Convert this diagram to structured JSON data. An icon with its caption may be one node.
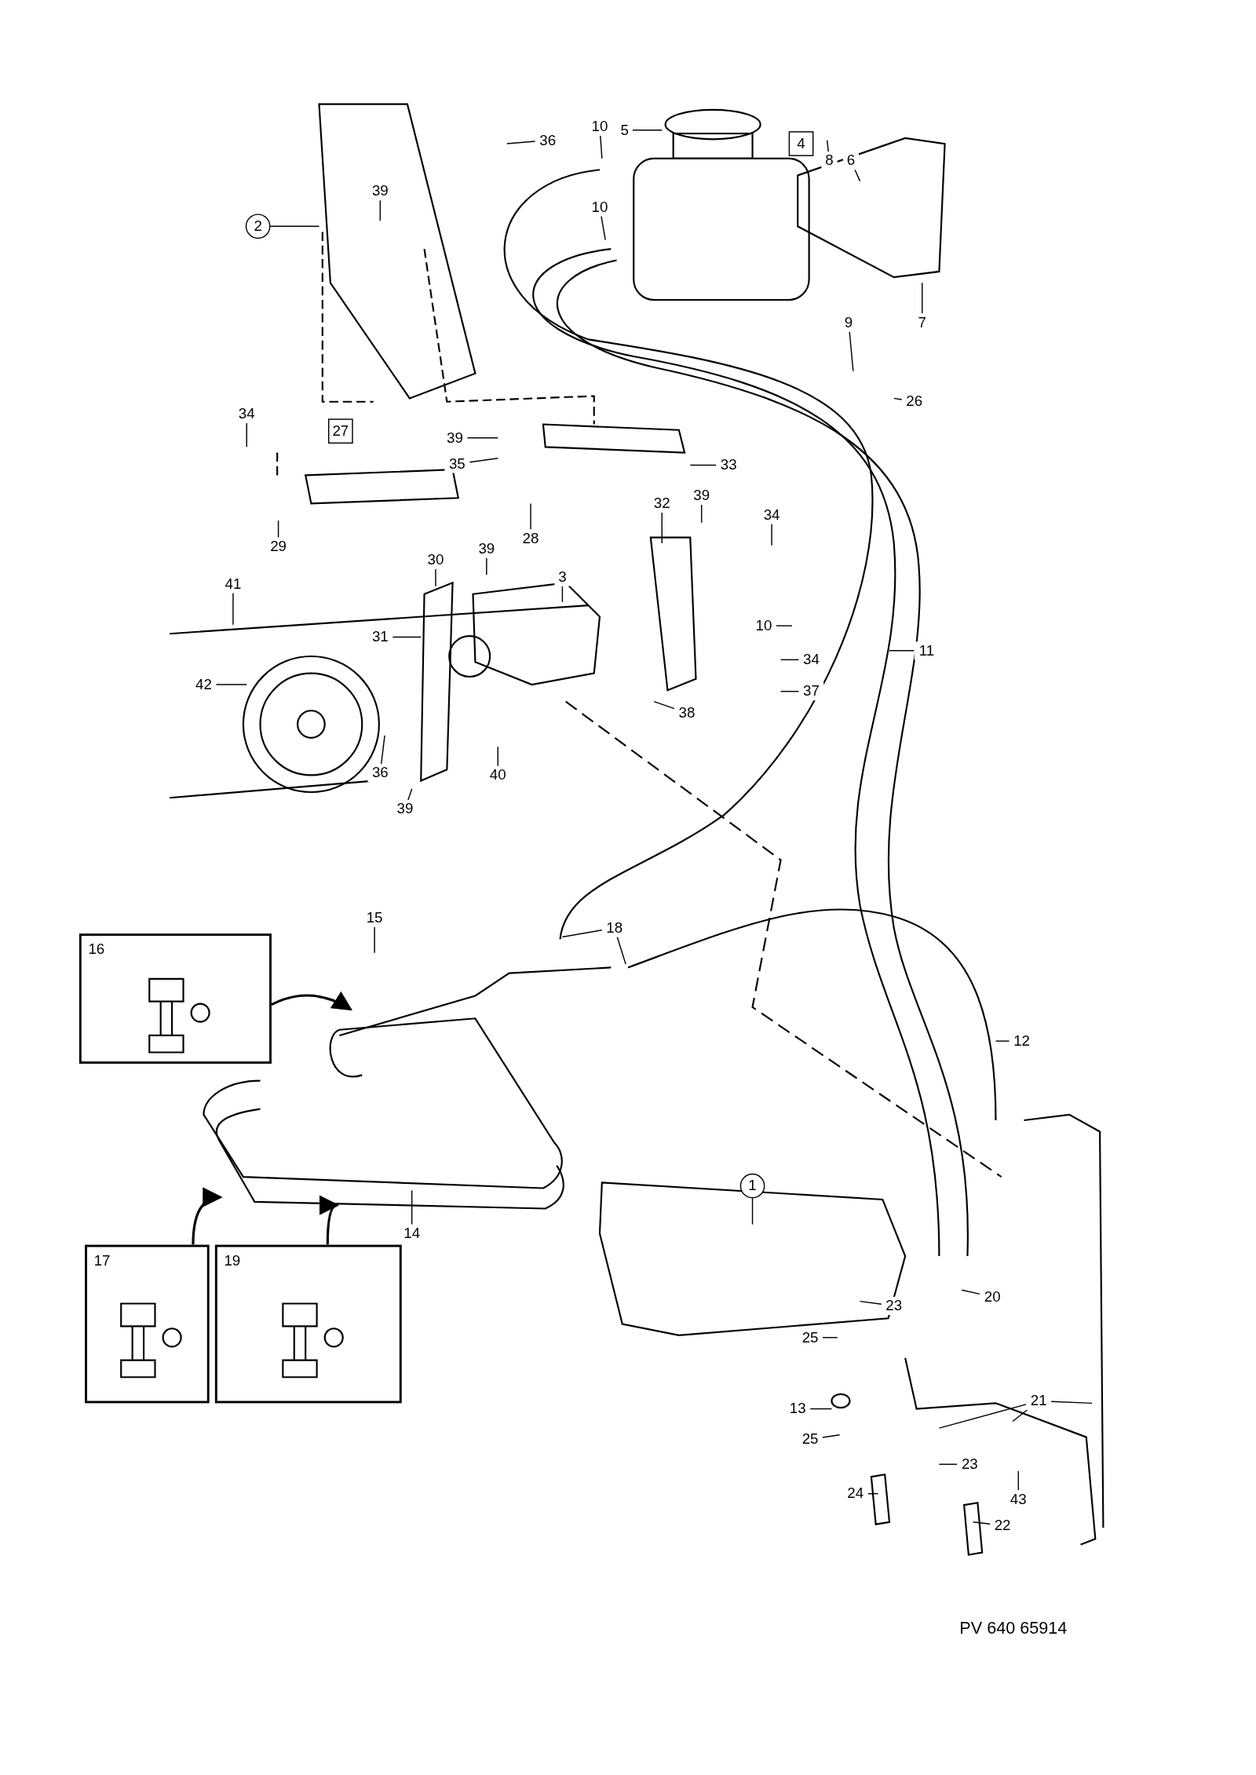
{
  "diagram": {
    "nodes": [
      {
        "text": [
          "10"
        ]
      },
      {
        "text": [
          "5"
        ]
      },
      {
        "text": [
          "36"
        ]
      },
      {
        "text": [
          "4"
        ]
      },
      {
        "text": [
          "8"
        ]
      },
      {
        "text": [
          "6"
        ]
      },
      {
        "text": [
          "39"
        ]
      },
      {
        "text": [
          "10"
        ]
      },
      {
        "text": [
          "2"
        ]
      },
      {
        "text": [
          "9"
        ]
      },
      {
        "text": [
          "7"
        ]
      },
      {
        "text": [
          "26"
        ]
      },
      {
        "text": [
          "34"
        ]
      },
      {
        "text": [
          "27"
        ]
      },
      {
        "text": [
          "39"
        ]
      },
      {
        "text": [
          "35"
        ]
      },
      {
        "text": [
          "33"
        ]
      },
      {
        "text": [
          "32"
        ]
      },
      {
        "text": [
          "39"
        ]
      },
      {
        "text": [
          "34"
        ]
      },
      {
        "text": [
          "28"
        ]
      },
      {
        "text": [
          "29"
        ]
      },
      {
        "text": [
          "30"
        ]
      },
      {
        "text": [
          "39"
        ]
      },
      {
        "text": [
          "3"
        ]
      },
      {
        "text": [
          "41"
        ]
      },
      {
        "text": [
          "10"
        ]
      },
      {
        "text": [
          "31"
        ]
      },
      {
        "text": [
          "11"
        ]
      },
      {
        "text": [
          "34"
        ]
      },
      {
        "text": [
          "37"
        ]
      },
      {
        "text": [
          "42"
        ]
      },
      {
        "text": [
          "38"
        ]
      },
      {
        "text": [
          "36"
        ]
      },
      {
        "text": [
          "40"
        ]
      },
      {
        "text": [
          "39"
        ]
      },
      {
        "text": [
          "15"
        ]
      },
      {
        "text": [
          "18"
        ]
      },
      {
        "text": [
          "16"
        ]
      },
      {
        "text": [
          "12"
        ]
      },
      {
        "text": [
          "1"
        ]
      },
      {
        "text": [
          "14"
        ]
      },
      {
        "text": [
          "17"
        ]
      },
      {
        "text": [
          "19"
        ]
      },
      {
        "text": [
          "20"
        ]
      },
      {
        "text": [
          "23"
        ]
      },
      {
        "text": [
          "25"
        ]
      },
      {
        "text": [
          "21"
        ]
      },
      {
        "text": [
          "13"
        ]
      },
      {
        "text": [
          "25"
        ]
      },
      {
        "text": [
          "23"
        ]
      },
      {
        "text": [
          "24"
        ]
      },
      {
        "text": [
          "43"
        ]
      },
      {
        "text": [
          "22"
        ]
      }
    ],
    "edges": [
      {
        "from": 0,
        "to": null,
        "arrow": "none"
      },
      {
        "from": 1,
        "to": null,
        "arrow": "none"
      },
      {
        "from": 2,
        "to": null,
        "arrow": "none"
      },
      {
        "from": 4,
        "to": null,
        "arrow": "none"
      },
      {
        "from": 5,
        "to": null,
        "arrow": "none"
      },
      {
        "from": 6,
        "to": null,
        "arrow": "none"
      },
      {
        "from": 7,
        "to": null,
        "arrow": "none"
      },
      {
        "from": 8,
        "to": null,
        "arrow": "none"
      },
      {
        "from": 9,
        "to": null,
        "arrow": "none"
      },
      {
        "from": 10,
        "to": null,
        "arrow": "none"
      },
      {
        "from": 11,
        "to": null,
        "arrow": "none"
      },
      {
        "from": 12,
        "to": null,
        "arrow": "none"
      },
      {
        "from": 14,
        "to": null,
        "arrow": "none"
      },
      {
        "from": 15,
        "to": null,
        "arrow": "none"
      },
      {
        "from": 16,
        "to": null,
        "arrow": "none"
      },
      {
        "from": 17,
        "to": null,
        "arrow": "none"
      },
      {
        "from": 18,
        "to": null,
        "arrow": "none"
      },
      {
        "from": 19,
        "to": null,
        "arrow": "none"
      },
      {
        "from": 20,
        "to": null,
        "arrow": "none"
      },
      {
        "from": 21,
        "to": null,
        "arrow": "none"
      },
      {
        "from": 22,
        "to": null,
        "arrow": "none"
      },
      {
        "from": 23,
        "to": null,
        "arrow": "none"
      },
      {
        "from": 24,
        "to": null,
        "arrow": "none"
      },
      {
        "from": 25,
        "to": null,
        "arrow": "none"
      },
      {
        "from": 26,
        "to": null,
        "arrow": "none"
      },
      {
        "from": 27,
        "to": null,
        "arrow": "none"
      },
      {
        "from": 28,
        "to": null,
        "arrow": "none"
      },
      {
        "from": 29,
        "to": null,
        "arrow": "none"
      },
      {
        "from": 30,
        "to": null,
        "arrow": "none"
      },
      {
        "from": 31,
        "to": null,
        "arrow": "none"
      },
      {
        "from": 32,
        "to": null,
        "arrow": "none"
      },
      {
        "from": 33,
        "to": null,
        "arrow": "none"
      },
      {
        "from": 34,
        "to": null,
        "arrow": "none"
      },
      {
        "from": 35,
        "to": null,
        "arrow": "none"
      },
      {
        "from": 36,
        "to": null,
        "arrow": "none"
      },
      {
        "from": 37,
        "to": null,
        "arrow": "none"
      },
      {
        "from": 37,
        "to": null,
        "arrow": "none"
      },
      {
        "from": 38,
        "to": null,
        "arrow": "to"
      },
      {
        "from": 39,
        "to": null,
        "arrow": "none"
      },
      {
        "from": 40,
        "to": null,
        "arrow": "none"
      },
      {
        "from": 41,
        "to": null,
        "arrow": "none"
      },
      {
        "from": 42,
        "to": null,
        "arrow": "to"
      },
      {
        "from": 43,
        "to": null,
        "arrow": "to"
      },
      {
        "from": 44,
        "to": null,
        "arrow": "none"
      },
      {
        "from": 45,
        "to": null,
        "arrow": "none"
      },
      {
        "from": 46,
        "to": null,
        "arrow": "none"
      },
      {
        "from": 47,
        "to": null,
        "arrow": "none"
      },
      {
        "from": 47,
        "to": null,
        "arrow": "none"
      },
      {
        "from": 47,
        "to": null,
        "arrow": "none"
      },
      {
        "from": 48,
        "to": null,
        "arrow": "none"
      },
      {
        "from": 49,
        "to": null,
        "arrow": "none"
      },
      {
        "from": 50,
        "to": null,
        "arrow": "none"
      },
      {
        "from": 51,
        "to": null,
        "arrow": "none"
      },
      {
        "from": 52,
        "to": null,
        "arrow": "none"
      },
      {
        "from": 53,
        "to": null,
        "arrow": "none"
      }
    ],
    "labels": [
      "PV 640 65914"
    ]
  }
}
